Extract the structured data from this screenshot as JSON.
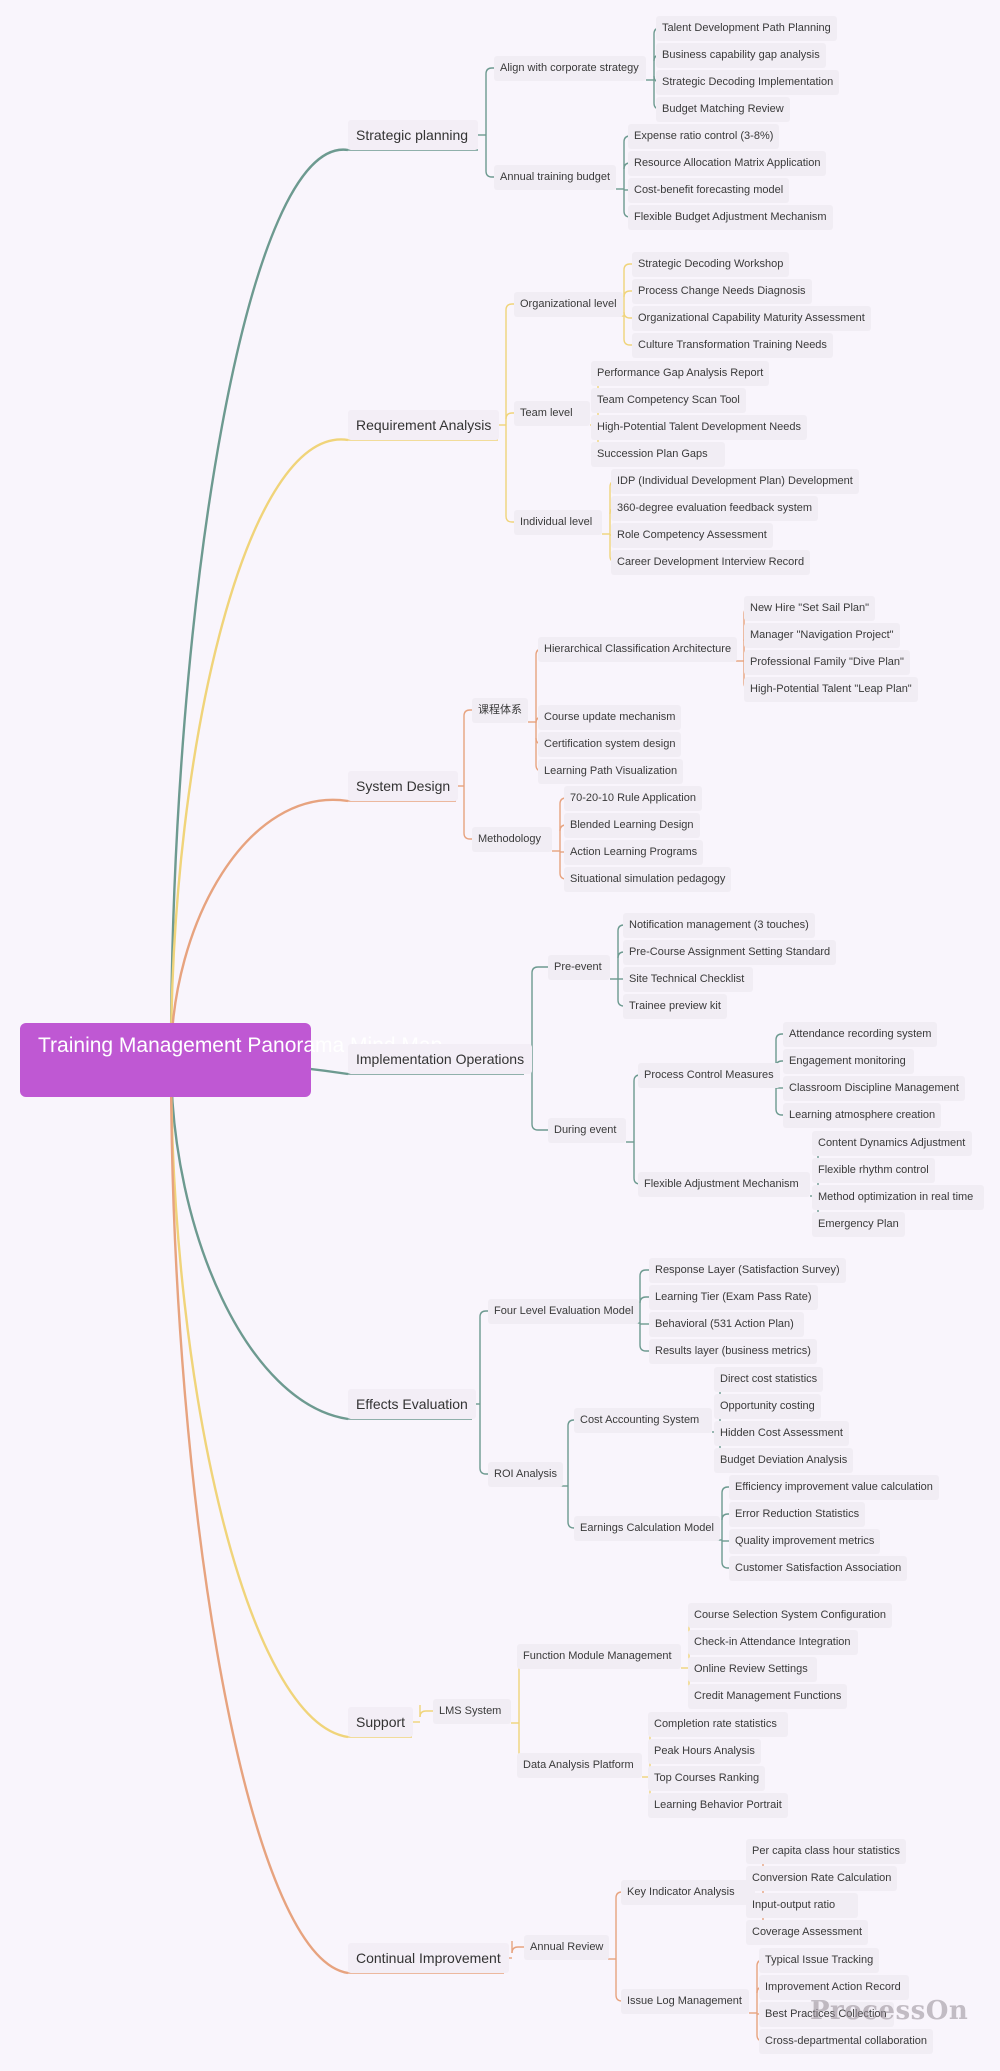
{
  "title": "Training Management Panorama Mind Map",
  "watermark": "ProcessOn",
  "colors": {
    "root_fill": "#bf58d3",
    "teal": "#6d9a90",
    "yellow": "#f0d47a",
    "orange": "#e7a37f"
  },
  "branches": [
    {
      "key": "strategic_planning",
      "label": "Strategic planning",
      "color": "#6d9a90",
      "children": [
        {
          "label": "Align with corporate strategy",
          "children": [
            {
              "label": "Talent Development Path Planning"
            },
            {
              "label": "Business capability gap analysis"
            },
            {
              "label": "Strategic Decoding Implementation"
            },
            {
              "label": "Budget Matching Review"
            }
          ]
        },
        {
          "label": "Annual training budget",
          "children": [
            {
              "label": "Expense ratio control (3-8%)"
            },
            {
              "label": "Resource Allocation Matrix Application"
            },
            {
              "label": "Cost-benefit forecasting model"
            },
            {
              "label": "Flexible Budget Adjustment Mechanism"
            }
          ]
        }
      ]
    },
    {
      "key": "requirement_analysis",
      "label": "Requirement Analysis",
      "color": "#f0d47a",
      "children": [
        {
          "label": "Organizational level",
          "children": [
            {
              "label": "Strategic Decoding Workshop"
            },
            {
              "label": "Process Change Needs Diagnosis"
            },
            {
              "label": "Organizational Capability Maturity Assessment"
            },
            {
              "label": "Culture Transformation Training Needs"
            }
          ]
        },
        {
          "label": "Team level",
          "children": [
            {
              "label": "Performance Gap Analysis Report"
            },
            {
              "label": "Team Competency Scan Tool"
            },
            {
              "label": "High-Potential Talent Development Needs"
            },
            {
              "label": "Succession Plan Gaps"
            }
          ]
        },
        {
          "label": "Individual level",
          "children": [
            {
              "label": "IDP (Individual Development Plan) Development"
            },
            {
              "label": "360-degree evaluation feedback system"
            },
            {
              "label": "Role Competency Assessment"
            },
            {
              "label": "Career Development Interview Record"
            }
          ]
        }
      ]
    },
    {
      "key": "system_design",
      "label": "System Design",
      "color": "#e7a37f",
      "children": [
        {
          "label": "课程体系",
          "children": [
            {
              "label": "Hierarchical Classification Architecture",
              "children": [
                {
                  "label": "New Hire \"Set Sail Plan\""
                },
                {
                  "label": "Manager \"Navigation Project\""
                },
                {
                  "label": "Professional Family \"Dive Plan\""
                },
                {
                  "label": "High-Potential Talent \"Leap Plan\""
                }
              ]
            },
            {
              "label": "Course update mechanism"
            },
            {
              "label": "Certification system design"
            },
            {
              "label": "Learning Path Visualization"
            }
          ]
        },
        {
          "label": "Methodology",
          "children": [
            {
              "label": "70-20-10 Rule Application"
            },
            {
              "label": "Blended Learning Design"
            },
            {
              "label": "Action Learning Programs"
            },
            {
              "label": "Situational simulation pedagogy"
            }
          ]
        }
      ]
    },
    {
      "key": "implementation_operations",
      "label": "Implementation Operations",
      "color": "#6d9a90",
      "children": [
        {
          "label": "Pre-event",
          "children": [
            {
              "label": "Notification management (3 touches)"
            },
            {
              "label": "Pre-Course Assignment Setting Standard"
            },
            {
              "label": "Site Technical Checklist"
            },
            {
              "label": "Trainee preview kit"
            }
          ]
        },
        {
          "label": "During event",
          "children": [
            {
              "label": "Process Control Measures",
              "children": [
                {
                  "label": "Attendance recording system"
                },
                {
                  "label": "Engagement monitoring"
                },
                {
                  "label": "Classroom Discipline Management"
                },
                {
                  "label": "Learning atmosphere creation"
                }
              ]
            },
            {
              "label": "Flexible Adjustment Mechanism",
              "children": [
                {
                  "label": "Content Dynamics Adjustment"
                },
                {
                  "label": "Flexible rhythm control"
                },
                {
                  "label": "Method optimization in real time"
                },
                {
                  "label": "Emergency Plan"
                }
              ]
            }
          ]
        }
      ]
    },
    {
      "key": "effects_evaluation",
      "label": "Effects Evaluation",
      "color": "#6d9a90",
      "children": [
        {
          "label": "Four Level Evaluation Model",
          "children": [
            {
              "label": "Response Layer (Satisfaction Survey)"
            },
            {
              "label": "Learning Tier (Exam Pass Rate)"
            },
            {
              "label": "Behavioral (531 Action Plan)"
            },
            {
              "label": "Results layer (business metrics)"
            }
          ]
        },
        {
          "label": "ROI Analysis",
          "children": [
            {
              "label": "Cost Accounting System",
              "children": [
                {
                  "label": "Direct cost statistics"
                },
                {
                  "label": "Opportunity costing"
                },
                {
                  "label": "Hidden Cost Assessment"
                },
                {
                  "label": "Budget Deviation Analysis"
                }
              ]
            },
            {
              "label": "Earnings Calculation Model",
              "children": [
                {
                  "label": "Efficiency improvement value calculation"
                },
                {
                  "label": "Error Reduction Statistics"
                },
                {
                  "label": "Quality improvement metrics"
                },
                {
                  "label": "Customer Satisfaction Association"
                }
              ]
            }
          ]
        }
      ]
    },
    {
      "key": "support",
      "label": "Support",
      "color": "#f0d47a",
      "children": [
        {
          "label": "LMS System",
          "children": [
            {
              "label": "Function Module Management",
              "children": [
                {
                  "label": "Course Selection System Configuration"
                },
                {
                  "label": "Check-in Attendance Integration"
                },
                {
                  "label": "Online Review Settings"
                },
                {
                  "label": "Credit Management Functions"
                }
              ]
            },
            {
              "label": "Data Analysis Platform",
              "children": [
                {
                  "label": "Completion rate statistics"
                },
                {
                  "label": "Peak Hours Analysis"
                },
                {
                  "label": "Top Courses Ranking"
                },
                {
                  "label": "Learning Behavior Portrait"
                }
              ]
            }
          ]
        }
      ]
    },
    {
      "key": "continual_improvement",
      "label": "Continual Improvement",
      "color": "#e7a37f",
      "children": [
        {
          "label": "Annual Review",
          "children": [
            {
              "label": "Key Indicator Analysis",
              "children": [
                {
                  "label": "Per capita class hour statistics"
                },
                {
                  "label": "Conversion Rate Calculation"
                },
                {
                  "label": "Input-output ratio"
                },
                {
                  "label": "Coverage Assessment"
                }
              ]
            },
            {
              "label": "Issue Log Management",
              "children": [
                {
                  "label": "Typical Issue Tracking"
                },
                {
                  "label": "Improvement Action Record"
                },
                {
                  "label": "Best Practices Collection"
                },
                {
                  "label": "Cross-departmental collaboration"
                }
              ]
            }
          ]
        }
      ]
    }
  ]
}
